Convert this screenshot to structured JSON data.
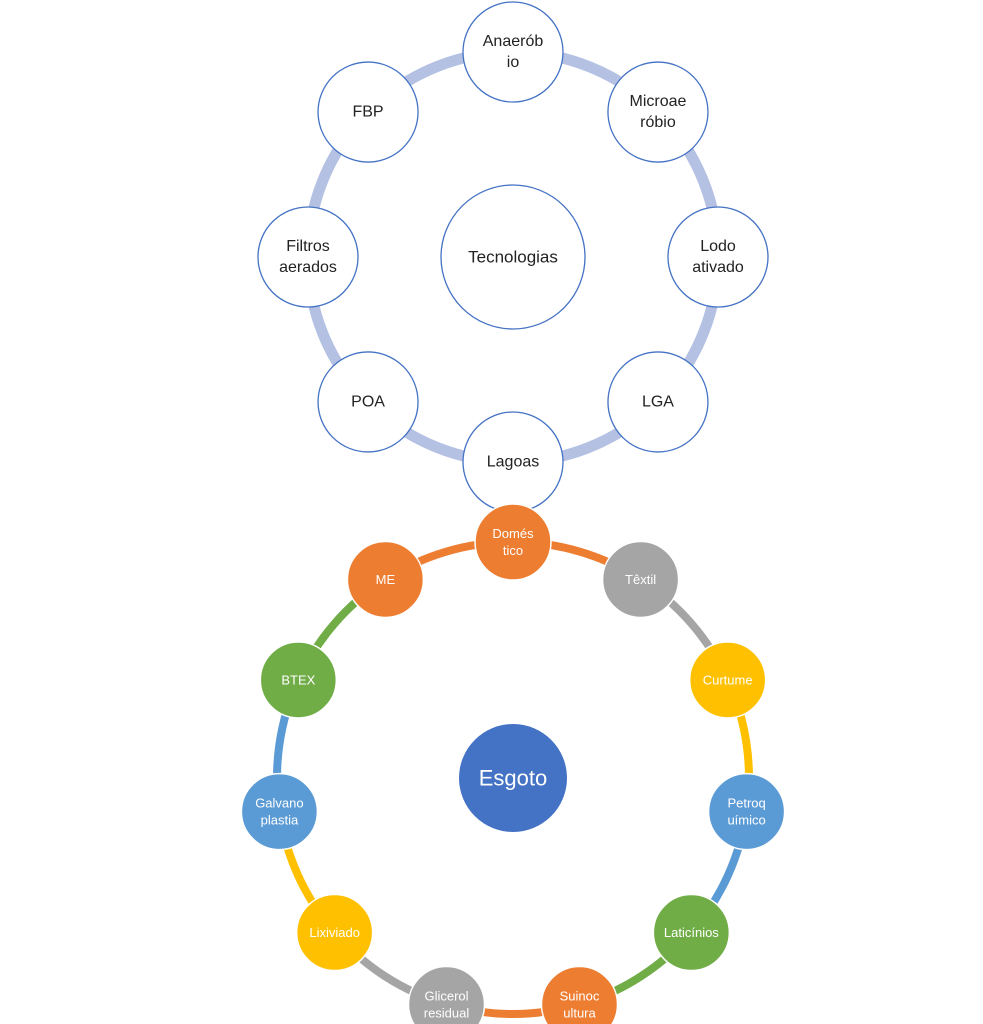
{
  "diagrams": [
    {
      "name": "tecnologias-cycle",
      "center": {
        "label": [
          "Tecnologias"
        ],
        "fill": "#ffffff",
        "stroke": "#4472c4"
      },
      "ring_color": "#b4c1e3",
      "node_fill": "#ffffff",
      "node_stroke": "#4472c4",
      "nodes": [
        {
          "label": [
            "Anaerób",
            "io"
          ]
        },
        {
          "label": [
            "Microae",
            "róbio"
          ]
        },
        {
          "label": [
            "Lodo",
            "ativado"
          ]
        },
        {
          "label": [
            "LGA"
          ]
        },
        {
          "label": [
            "Lagoas"
          ]
        },
        {
          "label": [
            "POA"
          ]
        },
        {
          "label": [
            "Filtros",
            "aerados"
          ]
        },
        {
          "label": [
            "FBP"
          ]
        }
      ]
    },
    {
      "name": "esgoto-cycle",
      "center": {
        "label": [
          "Esgoto"
        ],
        "fill": "#4472c4"
      },
      "nodes": [
        {
          "label": [
            "Domés",
            "tico"
          ],
          "color": "#ed7d31"
        },
        {
          "label": [
            "Têxtil"
          ],
          "color": "#a5a5a5"
        },
        {
          "label": [
            "Curtume"
          ],
          "color": "#ffc000"
        },
        {
          "label": [
            "Petroq",
            "uímico"
          ],
          "color": "#5b9bd5"
        },
        {
          "label": [
            "Laticínios"
          ],
          "color": "#70ad47"
        },
        {
          "label": [
            "Suinoc",
            "ultura"
          ],
          "color": "#ed7d31"
        },
        {
          "label": [
            "Glicerol",
            "residual"
          ],
          "color": "#a5a5a5"
        },
        {
          "label": [
            "Lixiviado"
          ],
          "color": "#ffc000"
        },
        {
          "label": [
            "Galvano",
            "plastia"
          ],
          "color": "#5b9bd5"
        },
        {
          "label": [
            "BTEX"
          ],
          "color": "#70ad47"
        },
        {
          "label": [
            "ME"
          ],
          "color": "#ed7d31"
        }
      ]
    }
  ]
}
